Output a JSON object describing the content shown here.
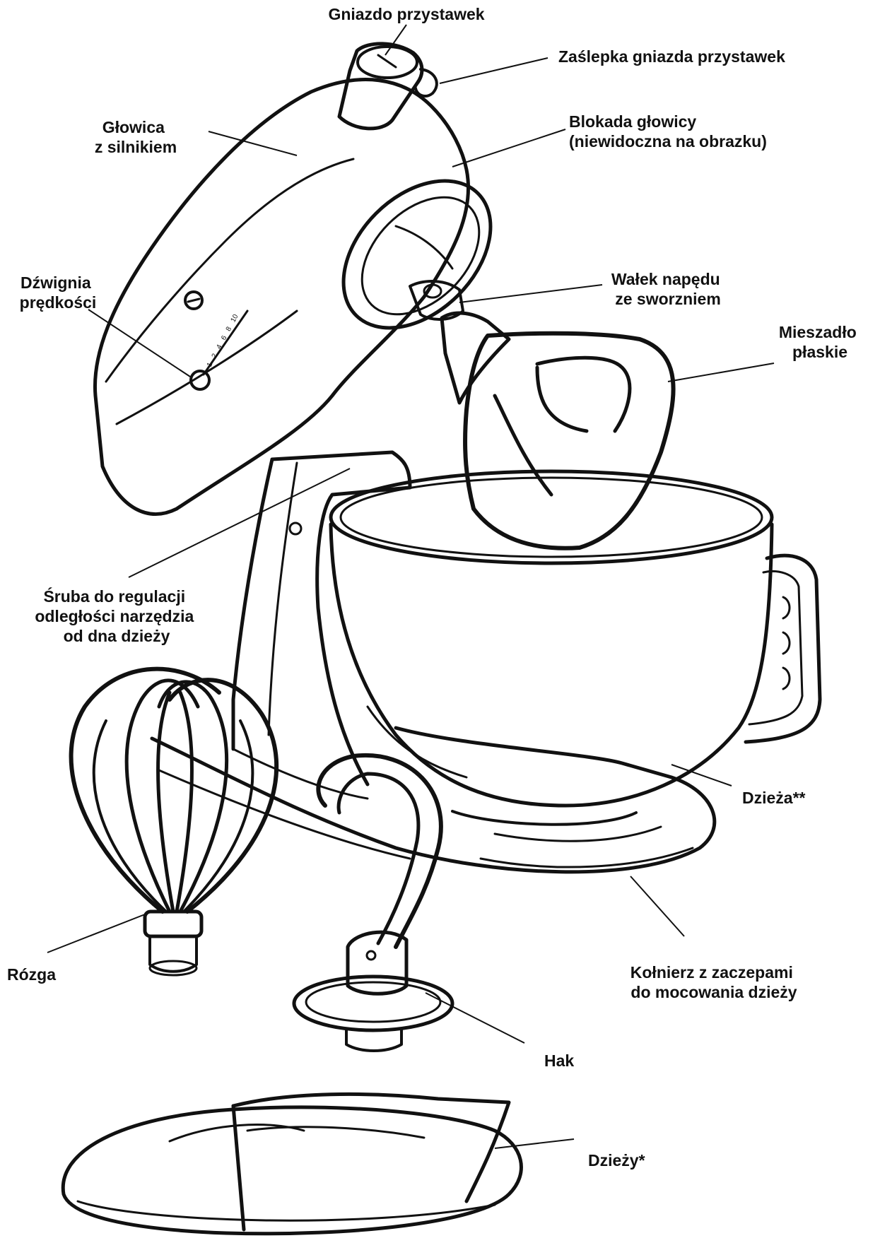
{
  "labels": {
    "attachment_hub": "Gniazdo przystawek",
    "hub_cover": "Zaślepka gniazda przystawek",
    "motor_head_1": "Głowica",
    "motor_head_2": "z silnikiem",
    "head_lock_1": "Blokada głowicy",
    "head_lock_2": "(niewidoczna na obrazku)",
    "speed_lever_1": "Dźwignia",
    "speed_lever_2": "prędkości",
    "shaft_1": "Wałek napędu",
    "shaft_2": "ze sworzniem",
    "beater_1": "Mieszadło",
    "beater_2": "płaskie",
    "screw_1": "Śruba do regulacji",
    "screw_2": "odległości narzędzia",
    "screw_3": "od dna dzieży",
    "bowl": "Dzieża**",
    "whip": "Rózga",
    "clamp_1": "Kołnierz z zaczepami",
    "clamp_2": "do mocowania dzieży",
    "hook": "Hak",
    "shield": "Dzieży*"
  },
  "speed_scale": [
    "1",
    "2",
    "4",
    "6",
    "8",
    "10"
  ]
}
